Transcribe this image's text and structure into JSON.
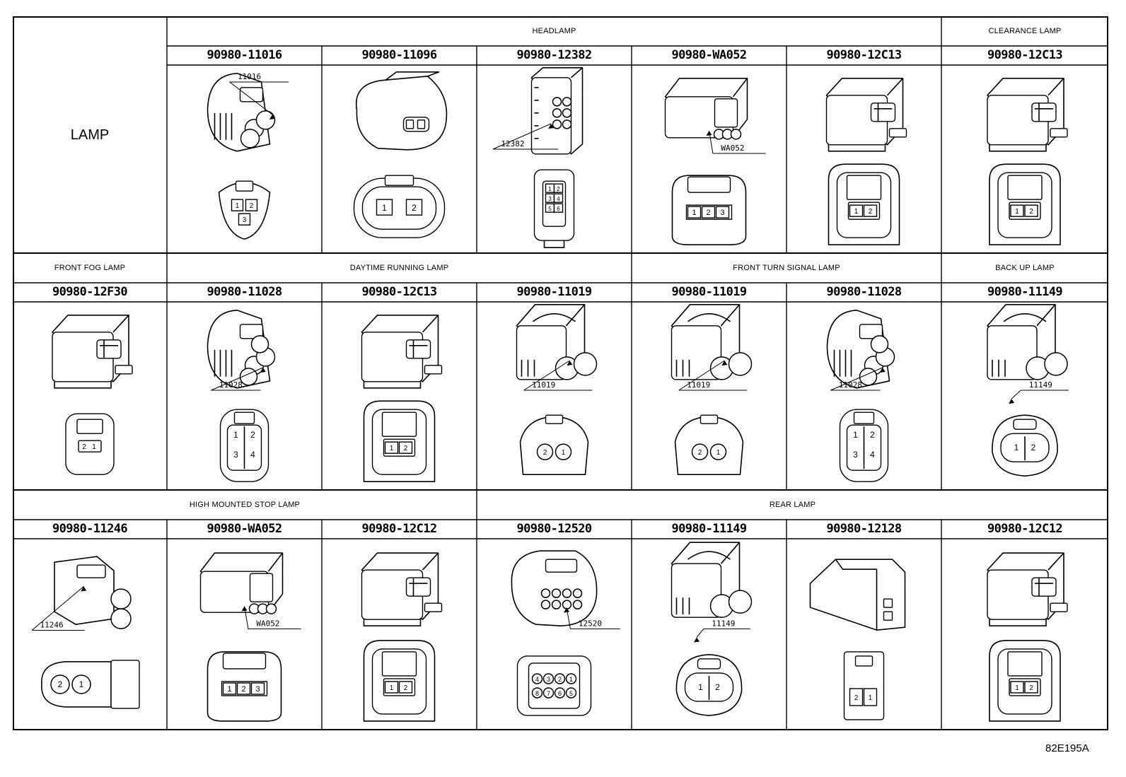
{
  "corner_label": "LAMP",
  "image_code": "82E195A",
  "sections": [
    {
      "label": "HEADLAMP",
      "row": 0,
      "c0": 1,
      "c1": 6
    },
    {
      "label": "CLEARANCE LAMP",
      "row": 0,
      "c0": 6,
      "c1": 7
    },
    {
      "label": "FRONT FOG LAMP",
      "row": 1,
      "c0": 0,
      "c1": 1
    },
    {
      "label": "DAYTIME RUNNING LAMP",
      "row": 1,
      "c0": 1,
      "c1": 4
    },
    {
      "label": "FRONT TURN SIGNAL LAMP",
      "row": 1,
      "c0": 4,
      "c1": 6
    },
    {
      "label": "BACK UP LAMP",
      "row": 1,
      "c0": 6,
      "c1": 7
    },
    {
      "label": "HIGH MOUNTED STOP LAMP",
      "row": 2,
      "c0": 0,
      "c1": 3
    },
    {
      "label": "REAR LAMP",
      "row": 2,
      "c0": 3,
      "c1": 7
    }
  ],
  "connectors": [
    {
      "part": "90980-11016",
      "row": 0,
      "col": 1,
      "style": "round",
      "pins": [
        "1",
        "2",
        "3"
      ],
      "callout": "11016"
    },
    {
      "part": "90980-11096",
      "row": 0,
      "col": 2,
      "style": "oval",
      "pins": [
        "1",
        "2"
      ],
      "callout": ""
    },
    {
      "part": "90980-12382",
      "row": 0,
      "col": 3,
      "style": "tall",
      "pins": [
        "1",
        "2",
        "3",
        "4",
        "5",
        "6"
      ],
      "callout": "12382"
    },
    {
      "part": "90980-WA052",
      "row": 0,
      "col": 4,
      "style": "latch",
      "pins": [
        "1",
        "2",
        "3"
      ],
      "callout": "WA052"
    },
    {
      "part": "90980-12C13",
      "row": 0,
      "col": 5,
      "style": "box",
      "pins": [
        "1",
        "2"
      ],
      "callout": ""
    },
    {
      "part": "90980-12C13",
      "row": 0,
      "col": 6,
      "style": "box",
      "pins": [
        "1",
        "2"
      ],
      "callout": ""
    },
    {
      "part": "90980-12F30",
      "row": 1,
      "col": 0,
      "style": "small",
      "pins": [
        "2",
        "1"
      ],
      "callout": ""
    },
    {
      "part": "90980-11028",
      "row": 1,
      "col": 1,
      "style": "quad",
      "pins": [
        "1",
        "2",
        "3",
        "4"
      ],
      "callout": "11028"
    },
    {
      "part": "90980-12C13",
      "row": 1,
      "col": 2,
      "style": "box",
      "pins": [
        "1",
        "2"
      ],
      "callout": ""
    },
    {
      "part": "90980-11019",
      "row": 1,
      "col": 3,
      "style": "twin",
      "pins": [
        "2",
        "1"
      ],
      "callout": "11019"
    },
    {
      "part": "90980-11019",
      "row": 1,
      "col": 4,
      "style": "twin",
      "pins": [
        "2",
        "1"
      ],
      "callout": "11019"
    },
    {
      "part": "90980-11028",
      "row": 1,
      "col": 5,
      "style": "quad",
      "pins": [
        "1",
        "2",
        "3",
        "4"
      ],
      "callout": "11028"
    },
    {
      "part": "90980-11149",
      "row": 1,
      "col": 6,
      "style": "pill",
      "pins": [
        "1",
        "2"
      ],
      "callout": "11149"
    },
    {
      "part": "90980-11246",
      "row": 2,
      "col": 0,
      "style": "side",
      "pins": [
        "2",
        "1"
      ],
      "callout": "11246"
    },
    {
      "part": "90980-WA052",
      "row": 2,
      "col": 1,
      "style": "latch",
      "pins": [
        "1",
        "2",
        "3"
      ],
      "callout": "WA052"
    },
    {
      "part": "90980-12C12",
      "row": 2,
      "col": 2,
      "style": "box",
      "pins": [
        "1",
        "2"
      ],
      "callout": ""
    },
    {
      "part": "90980-12520",
      "row": 2,
      "col": 3,
      "style": "multi",
      "pins": [
        "4",
        "3",
        "2",
        "1",
        "8",
        "7",
        "6",
        "5"
      ],
      "callout": "12520"
    },
    {
      "part": "90980-11149",
      "row": 2,
      "col": 4,
      "style": "pill",
      "pins": [
        "1",
        "2"
      ],
      "callout": "11149"
    },
    {
      "part": "90980-12128",
      "row": 2,
      "col": 5,
      "style": "flat",
      "pins": [
        "2",
        "1"
      ],
      "callout": ""
    },
    {
      "part": "90980-12C12",
      "row": 2,
      "col": 6,
      "style": "box",
      "pins": [
        "1",
        "2"
      ],
      "callout": ""
    }
  ]
}
